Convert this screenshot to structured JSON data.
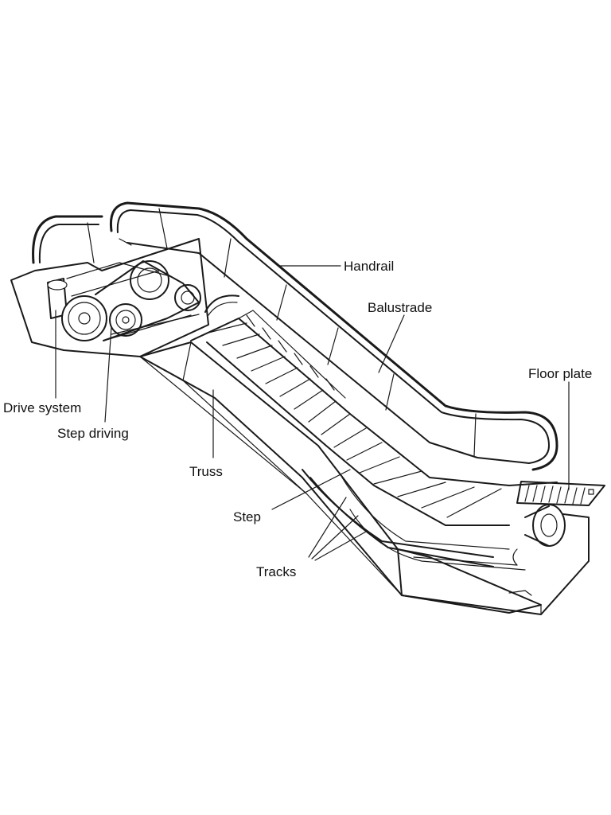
{
  "diagram": {
    "labels": {
      "handrail": "Handrail",
      "balustrade": "Balustrade",
      "floor_plate": "Floor plate",
      "drive_system": "Drive system",
      "step_driving": "Step driving",
      "truss": "Truss",
      "step": "Step",
      "tracks": "Tracks"
    },
    "colors": {
      "ink": "#1a1a1a",
      "background": "#ffffff"
    }
  }
}
